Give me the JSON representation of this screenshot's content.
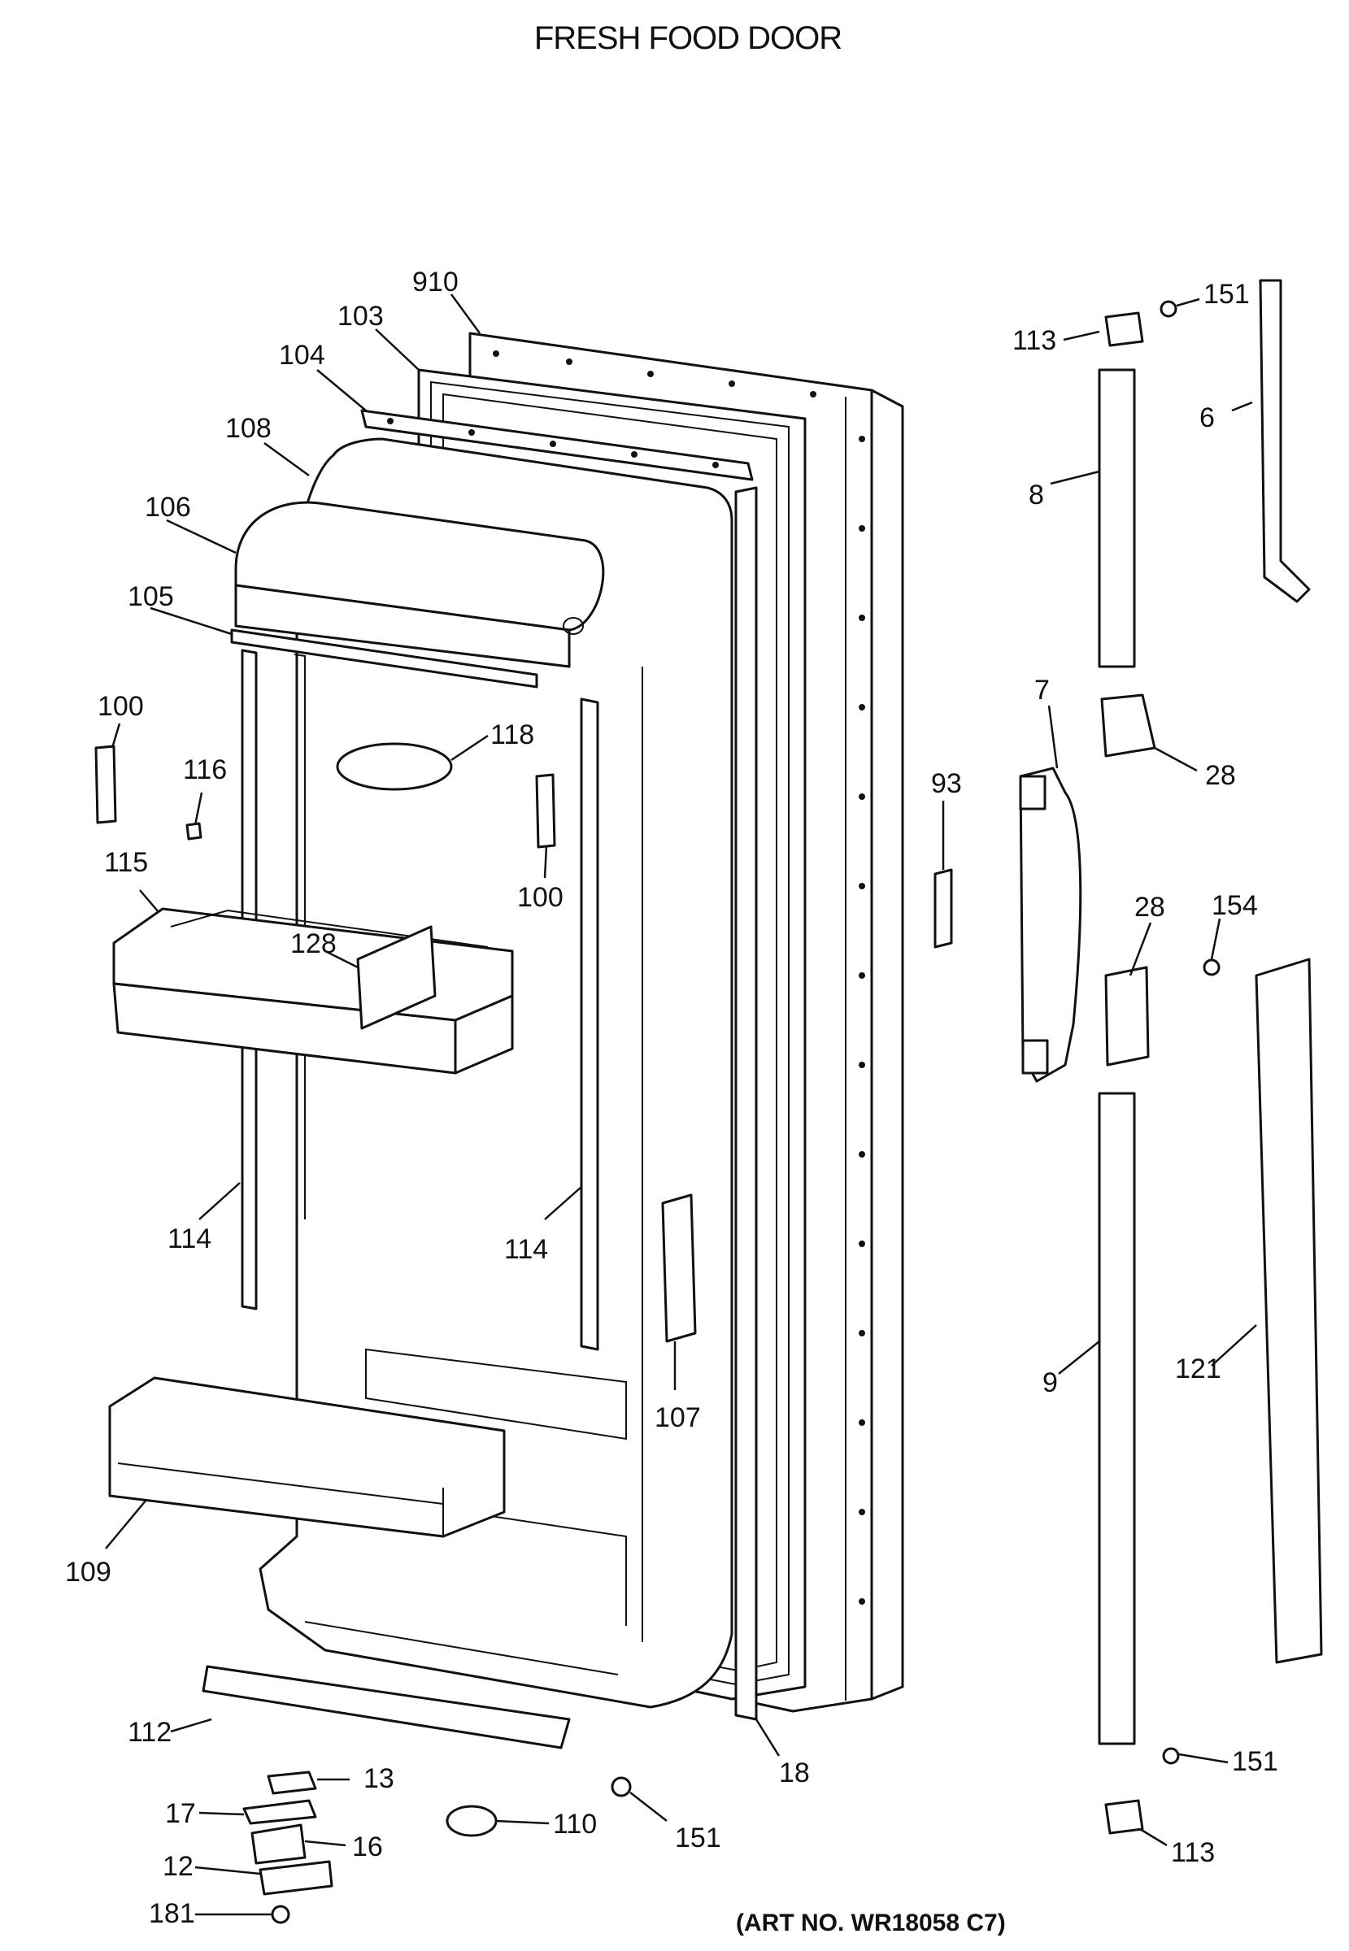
{
  "title": "FRESH FOOD DOOR",
  "art_number": "(ART NO. WR18058 C7)",
  "callouts": {
    "c910": "910",
    "c103": "103",
    "c104": "104",
    "c108": "108",
    "c106": "106",
    "c105": "105",
    "c100a": "100",
    "c116": "116",
    "c115": "115",
    "c128": "128",
    "c118": "118",
    "c100b": "100",
    "c114a": "114",
    "c114b": "114",
    "c107": "107",
    "c93": "93",
    "c109": "109",
    "c112": "112",
    "c13": "13",
    "c17": "17",
    "c16": "16",
    "c12": "12",
    "c181": "181",
    "c110": "110",
    "c151a": "151",
    "c18": "18",
    "c113a": "113",
    "c151b": "151",
    "c6": "6",
    "c8": "8",
    "c7": "7",
    "c28a": "28",
    "c28b": "28",
    "c154": "154",
    "c9": "9",
    "c121": "121",
    "c151c": "151",
    "c113b": "113"
  }
}
